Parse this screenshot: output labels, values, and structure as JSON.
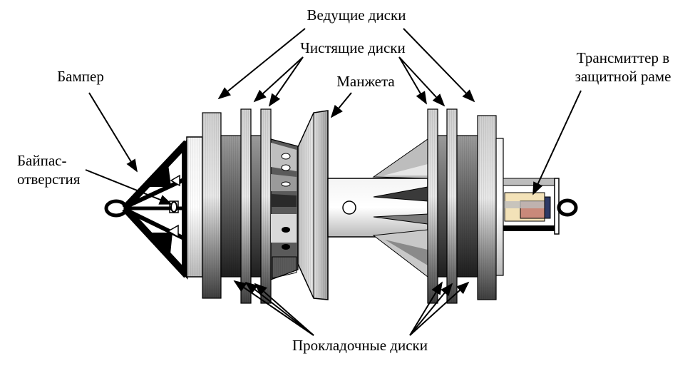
{
  "labels": {
    "drive_discs": "Ведущие диски",
    "cleaning_discs": "Чистящие диски",
    "bumper": "Бампер",
    "cuff": "Манжета",
    "transmitter_line1": "Трансмиттер в",
    "transmitter_line2": "защитной раме",
    "bypass_line1": "Байпас-",
    "bypass_line2": "отверстия",
    "spacer_discs": "Прокладочные диски"
  },
  "colors": {
    "ink": "#000000",
    "disc_light": "#d8d8d8",
    "disc_dark": "#6a6a6a",
    "transmitter_body": "#f3e2b8",
    "transmitter_end": "#c9897a"
  }
}
